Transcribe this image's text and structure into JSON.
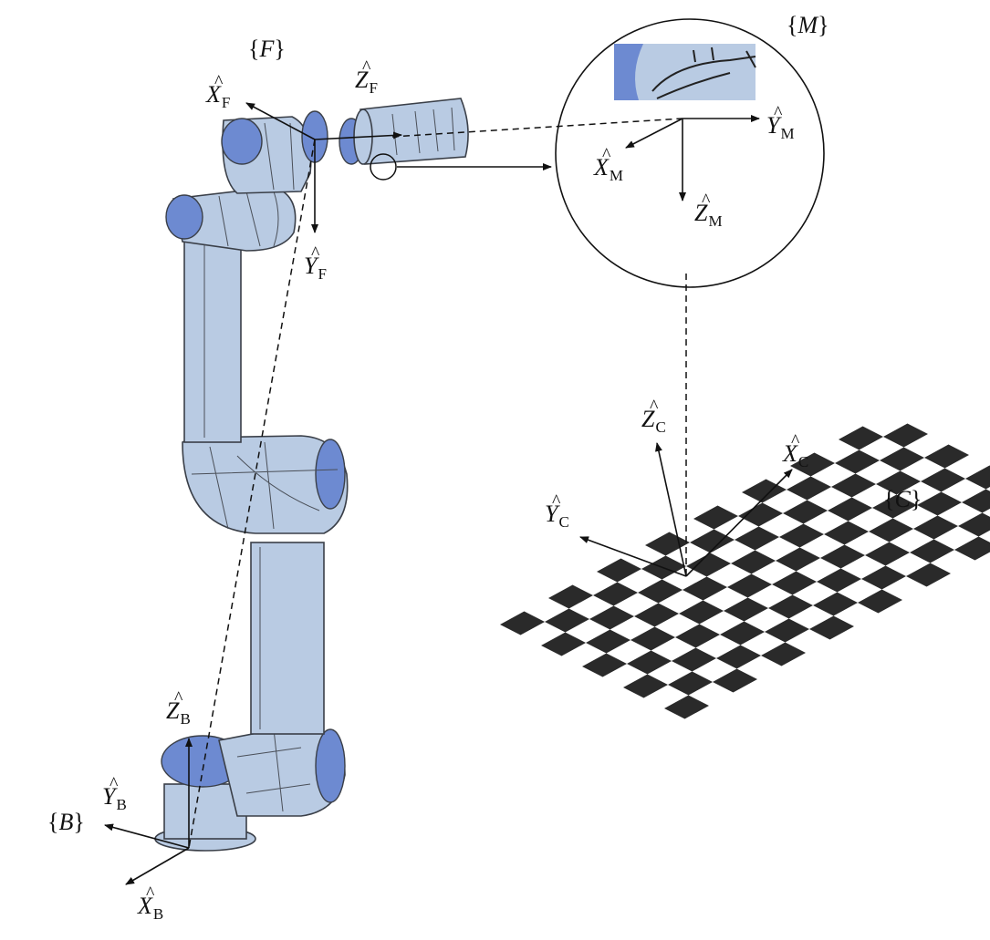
{
  "frames": {
    "F": {
      "label": "F"
    },
    "M": {
      "label": "M"
    },
    "C": {
      "label": "C"
    },
    "B": {
      "label": "B"
    }
  },
  "axes": {
    "XF": {
      "letter": "X",
      "sub": "F"
    },
    "YF": {
      "letter": "Y",
      "sub": "F"
    },
    "ZF": {
      "letter": "Z",
      "sub": "F"
    },
    "XM": {
      "letter": "X",
      "sub": "M"
    },
    "YM": {
      "letter": "Y",
      "sub": "M"
    },
    "ZM": {
      "letter": "Z",
      "sub": "M"
    },
    "XC": {
      "letter": "X",
      "sub": "C"
    },
    "YC": {
      "letter": "Y",
      "sub": "C"
    },
    "ZC": {
      "letter": "Z",
      "sub": "C"
    },
    "XB": {
      "letter": "X",
      "sub": "B"
    },
    "YB": {
      "letter": "Y",
      "sub": "B"
    },
    "ZB": {
      "letter": "Z",
      "sub": "B"
    }
  },
  "colors": {
    "robot_body": "#b9cbe3",
    "robot_accent": "#6d8ad1",
    "checkerboard": "#2a2a2a"
  }
}
